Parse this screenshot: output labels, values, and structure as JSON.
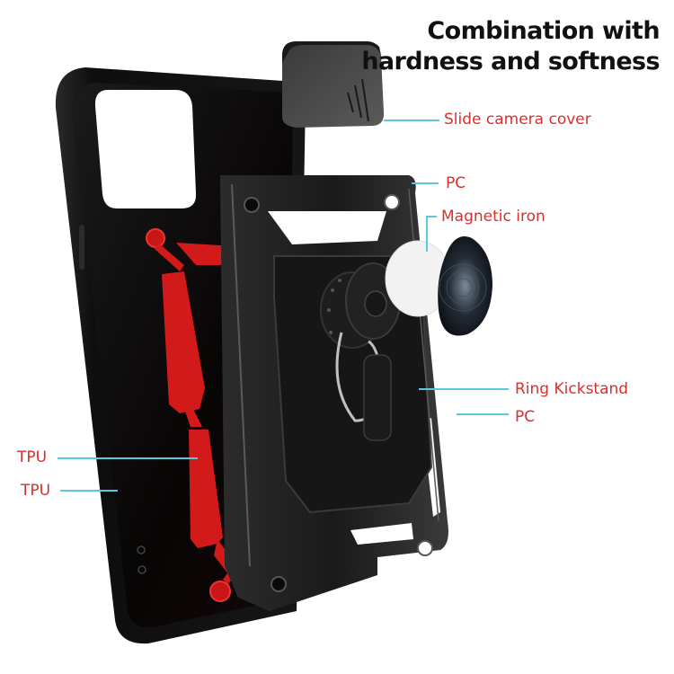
{
  "headline": {
    "line1": "Combination with",
    "line2": "hardness and softness"
  },
  "callouts": [
    {
      "id": "slide-camera-cover",
      "label": "Slide camera cover"
    },
    {
      "id": "pc-top",
      "label": "PC"
    },
    {
      "id": "magnetic-iron",
      "label": "Magnetic iron"
    },
    {
      "id": "ring-kickstand",
      "label": "Ring Kickstand"
    },
    {
      "id": "pc-bottom",
      "label": "PC"
    },
    {
      "id": "tpu-inner",
      "label": "TPU"
    },
    {
      "id": "tpu-outer",
      "label": "TPU"
    }
  ],
  "colors": {
    "label_red": "#d7312e",
    "leader_cyan": "#5bc8dc",
    "case_black": "#151515",
    "accent_red": "#d21a1a",
    "headline": "#111111"
  }
}
